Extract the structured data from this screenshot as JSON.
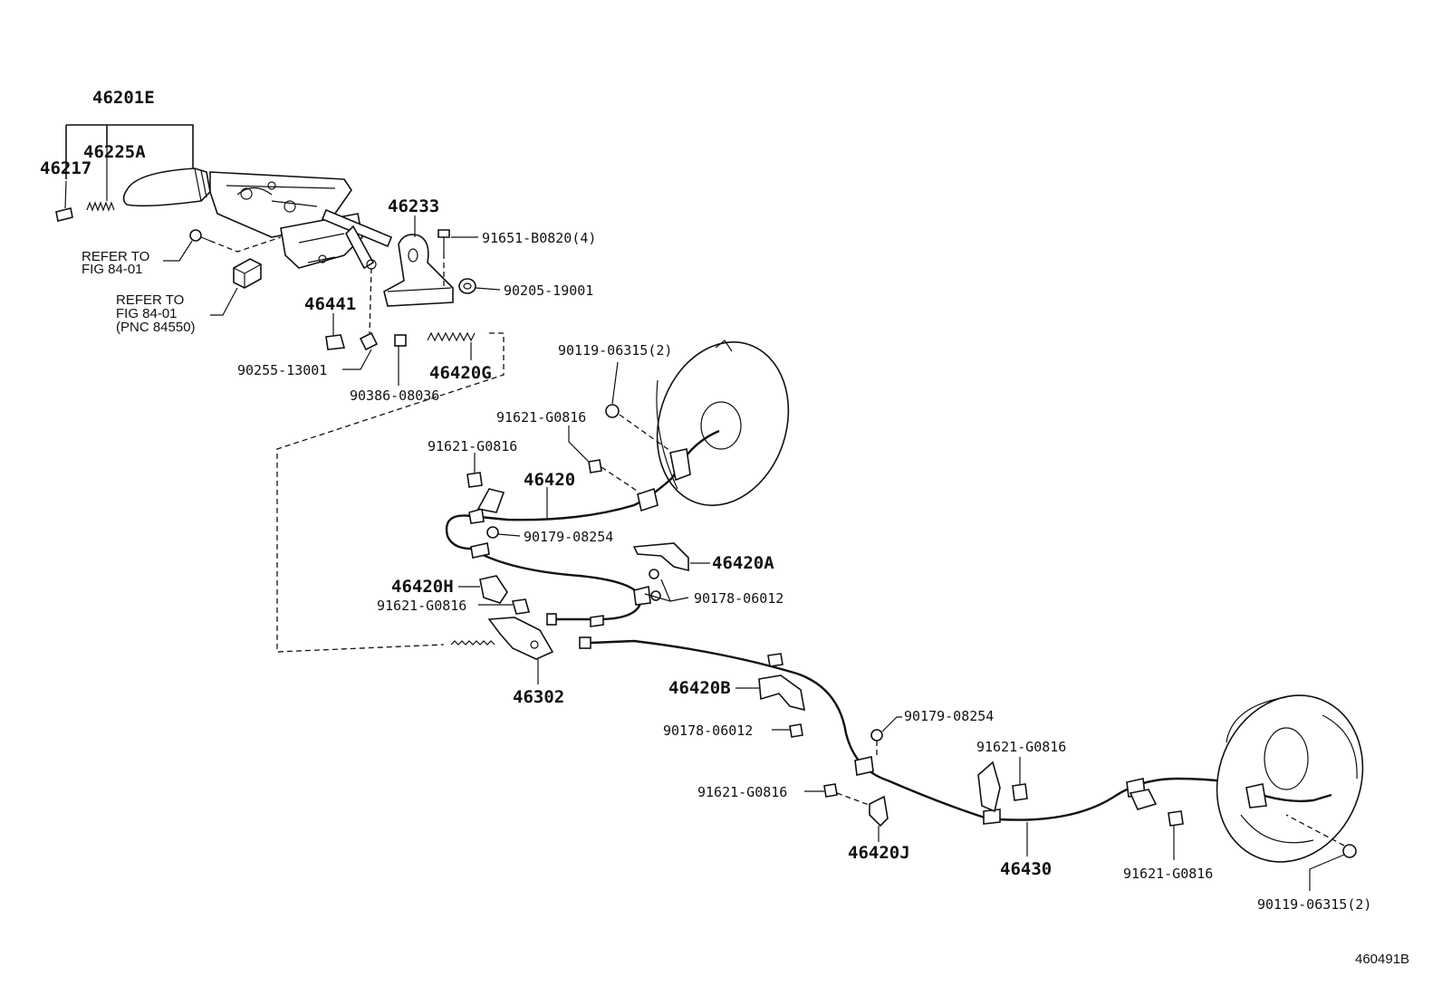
{
  "labels": {
    "l46201E": "46201E",
    "l46225A": "46225A",
    "l46217": "46217",
    "l46233": "46233",
    "l91651": "91651-B0820(4)",
    "l90205": "90205-19001",
    "refer1a": "REFER TO",
    "refer1b": "FIG  84-01",
    "refer2a": "REFER TO",
    "refer2b": "FIG 84-01",
    "refer2c": "(PNC 84550)",
    "l46441": "46441",
    "l90255": "90255-13001",
    "l90386": "90386-08036",
    "l46420G": "46420G",
    "l90119a": "90119-06315(2)",
    "l91621a": "91621-G0816",
    "l91621b": "91621-G0816",
    "l46420": "46420",
    "l90179a": "90179-08254",
    "l46420A": "46420A",
    "l46420H": "46420H",
    "l91621c": "91621-G0816",
    "l90178a": "90178-06012",
    "l46302": "46302",
    "l46420B": "46420B",
    "l90178b": "90178-06012",
    "l90179b": "90179-08254",
    "l91621d": "91621-G0816",
    "l91621e": "91621-G0816",
    "l46420J": "46420J",
    "l46430": "46430",
    "l91621f": "91621-G0816",
    "l90119b": "90119-06315(2)",
    "diagramId": "460491B"
  }
}
